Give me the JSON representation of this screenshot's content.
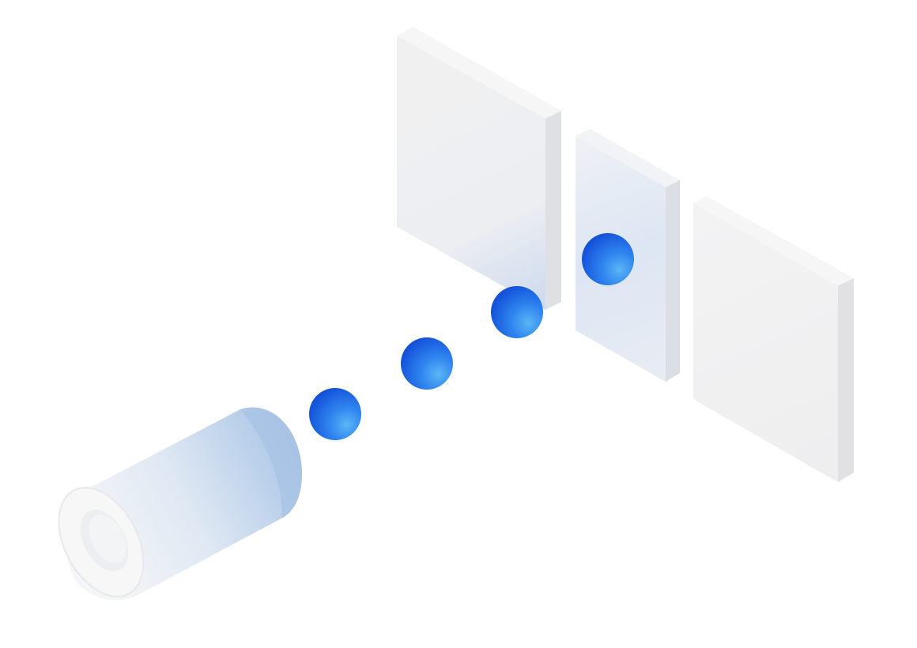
{
  "scene": {
    "background_color": "#ffffff",
    "objects": [
      {
        "kind": "cylinder",
        "icon": "emitter-cylinder-icon",
        "colors": [
          "#f3f4f6",
          "#b9d0ea"
        ]
      },
      {
        "kind": "sphere",
        "icon": "particle-sphere-icon",
        "count": 4,
        "colors": [
          "#5fb4f3",
          "#2a7ef0",
          "#1456dc"
        ]
      },
      {
        "kind": "panel",
        "icon": "barrier-panel-icon",
        "count": 1,
        "color": "#eeeff1"
      },
      {
        "kind": "panel",
        "icon": "translucent-panel-icon",
        "count": 1,
        "color": "#e6ecf5"
      },
      {
        "kind": "panel",
        "icon": "screen-panel-icon",
        "count": 1,
        "color": "#f1f1f2"
      }
    ]
  }
}
